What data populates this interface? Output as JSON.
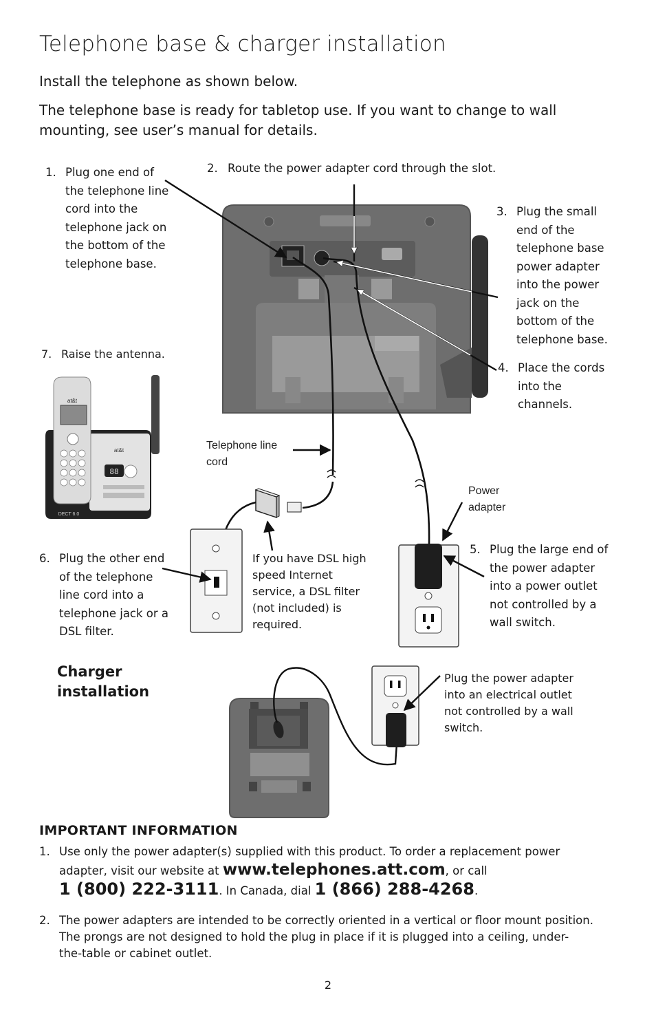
{
  "page": {
    "title": "Telephone base & charger installation",
    "intro1": "Install the telephone as shown below.",
    "intro2_line1": "The telephone base is ready for tabletop use. If you want to change to wall",
    "intro2_line2": "mounting, see user’s manual for details.",
    "page_number": "2"
  },
  "steps": {
    "s1": {
      "num": "1.",
      "lines": [
        "Plug one end of",
        "the telephone line",
        "cord into the",
        "telephone jack on",
        "the bottom of the",
        "telephone base."
      ]
    },
    "s2": {
      "num": "2.",
      "text": "Route the power adapter cord through the slot."
    },
    "s3": {
      "num": "3.",
      "lines": [
        "Plug the small",
        "end of the",
        "telephone base",
        "power adapter",
        "into the power",
        "jack on the",
        "bottom of the",
        "telephone base."
      ]
    },
    "s4": {
      "num": "4.",
      "lines": [
        "Place the cords",
        "into the",
        "channels."
      ]
    },
    "s5": {
      "num": "5.",
      "lines": [
        "Plug the large end of",
        "the power adapter",
        "into a power outlet",
        "not controlled by a",
        "wall switch."
      ]
    },
    "s6": {
      "num": "6.",
      "lines": [
        "Plug the other end",
        "of the telephone",
        "line cord into a",
        "telephone jack or a",
        "DSL filter."
      ]
    },
    "s7": {
      "num": "7.",
      "text": "Raise the antenna."
    }
  },
  "labels": {
    "telephone_line_cord": [
      "Telephone line",
      "cord"
    ],
    "power_adapter": [
      "Power",
      "adapter"
    ],
    "dsl_note": [
      "If you have DSL high",
      "speed Internet",
      "service, a DSL filter",
      "(not included) is",
      "required."
    ],
    "charger_note": [
      "Plug the power adapter",
      "into an electrical outlet",
      "not controlled by a wall",
      "switch."
    ],
    "charger_title": [
      "Charger",
      "installation"
    ],
    "handset_brand": "at&t",
    "base_display": "88",
    "dect_badge": "DECT 6.0"
  },
  "important": {
    "heading": "IMPORTANT INFORMATION",
    "item1": {
      "num": "1.",
      "line1": "Use only the power adapter(s) supplied with this product. To order a replacement power",
      "pre_url": "adapter, visit our website at ",
      "url": "www.telephones.att.com",
      "post_url": ", or call",
      "phone_us": "1 (800) 222-3111",
      "mid": ". In Canada, dial ",
      "phone_ca": "1 (866) 288-4268",
      "end": "."
    },
    "item2": {
      "num": "2.",
      "lines": [
        "The power adapters are intended to be correctly oriented in a vertical or floor mount position.",
        "The prongs are not designed to hold the plug in place if it is plugged into a ceiling, under-",
        "the-table or cabinet outlet."
      ]
    }
  },
  "colors": {
    "base_gray": "#6e6e6e",
    "base_dark": "#4a4a4a",
    "panel_light": "#9a9a9a",
    "adapter_black": "#1e1e1e",
    "outlet_white": "#f3f3f3"
  }
}
